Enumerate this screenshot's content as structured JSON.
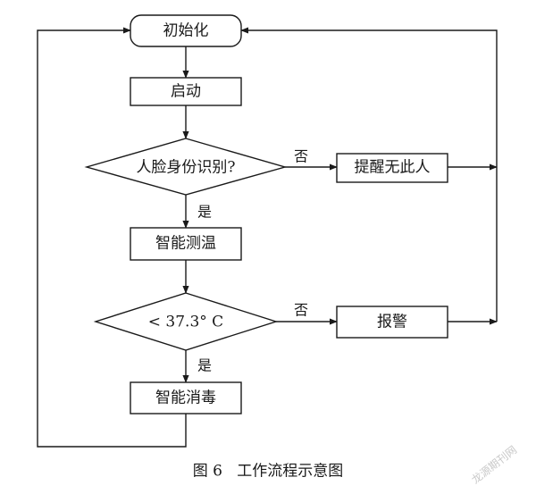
{
  "nodes": {
    "init": "初始化",
    "start": "启动",
    "face_check": "人脸身份识别?",
    "remind": "提醒无此人",
    "measure": "智能测温",
    "temp_check": "< 37.3° C",
    "alarm": "报警",
    "disinfect": "智能消毒"
  },
  "edges": {
    "face_no": "否",
    "face_yes": "是",
    "temp_no": "否",
    "temp_yes": "是"
  },
  "caption": "图 6   工作流程示意图",
  "watermark": "龙源期刊网"
}
